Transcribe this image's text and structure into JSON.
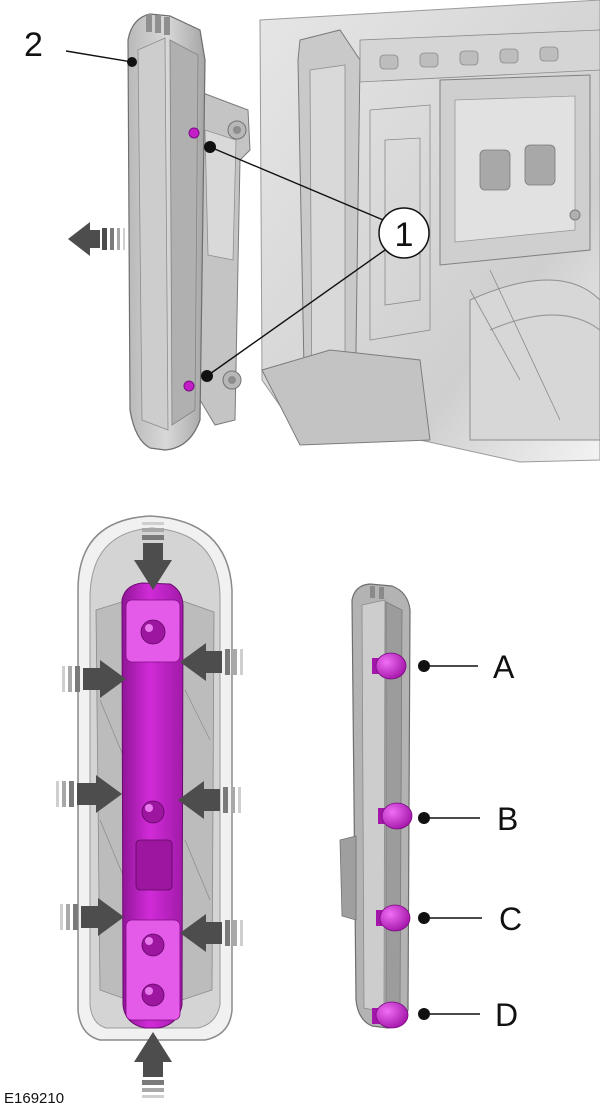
{
  "figure": {
    "id": "E169210",
    "callouts": {
      "panel": "2",
      "fasteners": "1"
    },
    "bulb_labels": [
      "A",
      "B",
      "C",
      "D"
    ]
  },
  "colors": {
    "highlight": "#c21fc9",
    "part_grey": "#a9a9a9",
    "body_grey": "#dcdcdc",
    "arrow_grey": "#4d4d4d",
    "line": "#111111"
  }
}
